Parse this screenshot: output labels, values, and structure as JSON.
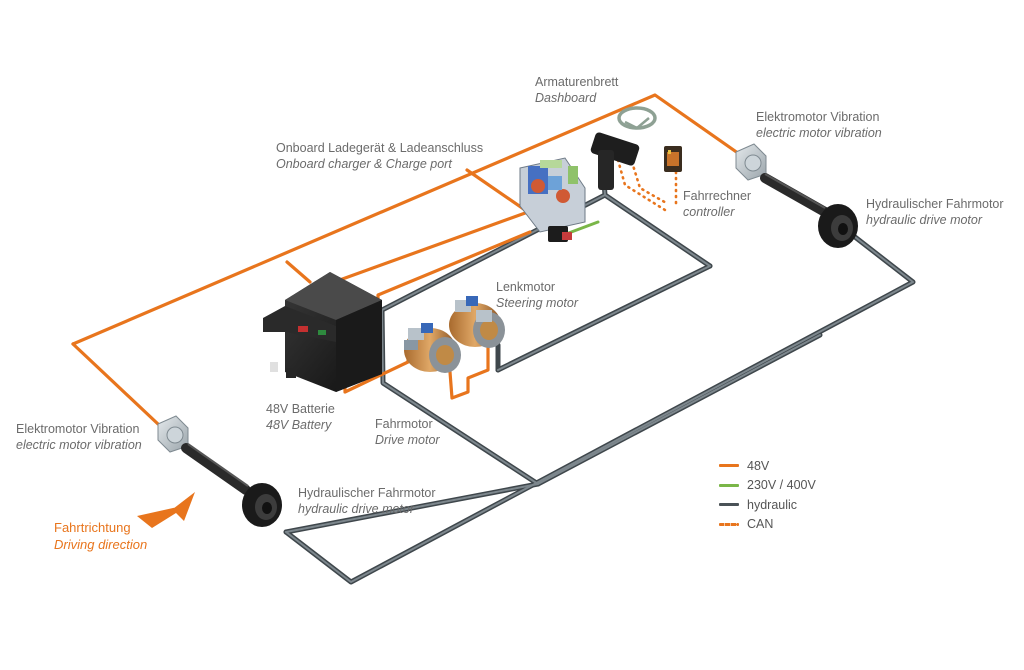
{
  "labels": {
    "dashboard": {
      "de": "Armaturenbrett",
      "en": "Dashboard"
    },
    "charger": {
      "de": "Onboard Ladegerät & Ladeanschluss",
      "en": "Onboard charger & Charge port"
    },
    "vib_right": {
      "de": "Elektromotor Vibration",
      "en": "electric motor vibration"
    },
    "controller": {
      "de": "Fahrrechner",
      "en": "controller"
    },
    "hyd_right": {
      "de": "Hydraulischer Fahrmotor",
      "en": "hydraulic drive motor"
    },
    "steering": {
      "de": "Lenkmotor",
      "en": "Steering motor"
    },
    "battery": {
      "de": "48V Batterie",
      "en": "48V Battery"
    },
    "drive": {
      "de": "Fahrmotor",
      "en": "Drive motor"
    },
    "vib_left": {
      "de": "Elektromotor Vibration",
      "en": "electric motor vibration"
    },
    "hyd_left": {
      "de": "Hydraulischer Fahrmotor",
      "en": "hydraulic drive motor"
    },
    "direction": {
      "de": "Fahrtrichtung",
      "en": "Driving direction"
    }
  },
  "legend": [
    {
      "label": "48V",
      "color": "#e8751d",
      "style": "solid"
    },
    {
      "label": "230V / 400V",
      "color": "#7ab648",
      "style": "solid"
    },
    {
      "label": "hydraulic",
      "color": "#4a5257",
      "style": "solid"
    },
    {
      "label": "CAN",
      "color": "#e8751d",
      "style": "dotted"
    }
  ],
  "colors": {
    "v48": "#e8751d",
    "hv": "#7ab648",
    "hydraulic": "#4a5257",
    "can": "#e8751d"
  }
}
